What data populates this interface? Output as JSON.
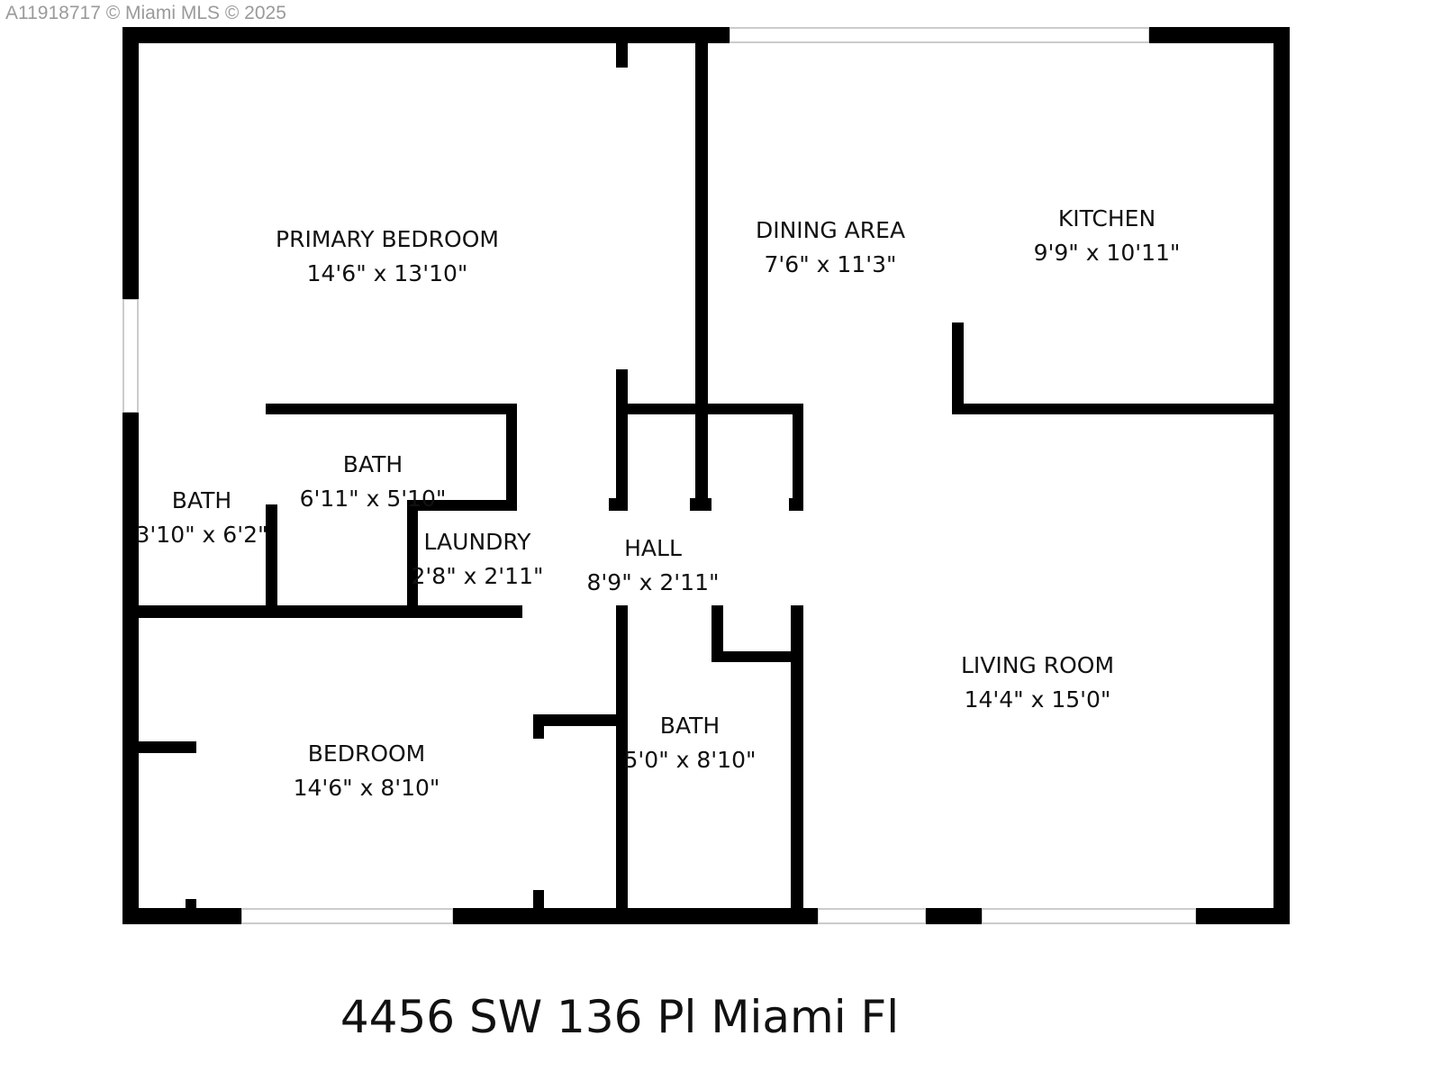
{
  "rooms": [
    {
      "name": "PRIMARY BEDROOM",
      "size": "14'6\" x 13'10\""
    },
    {
      "name": "DINING AREA",
      "size": "7'6\" x 11'3\""
    },
    {
      "name": "KITCHEN",
      "size": "9'9\" x 10'11\""
    },
    {
      "name": "BATH",
      "size": "6'11\" x 5'10\""
    },
    {
      "name": "BATH",
      "size": "3'10\" x 6'2\""
    },
    {
      "name": "LAUNDRY",
      "size": "2'8\" x 2'11\""
    },
    {
      "name": "HALL",
      "size": "8'9\" x 2'11\""
    },
    {
      "name": "LIVING ROOM",
      "size": "14'4\" x 15'0\""
    },
    {
      "name": "BATH",
      "size": "5'0\" x 8'10\""
    },
    {
      "name": "BEDROOM",
      "size": "14'6\" x 8'10\""
    }
  ],
  "address": "4456 SW 136 Pl Miami Fl",
  "watermark": "A11918717 © Miami MLS © 2025",
  "colors": {
    "wall": "#000000",
    "background": "#ffffff"
  }
}
